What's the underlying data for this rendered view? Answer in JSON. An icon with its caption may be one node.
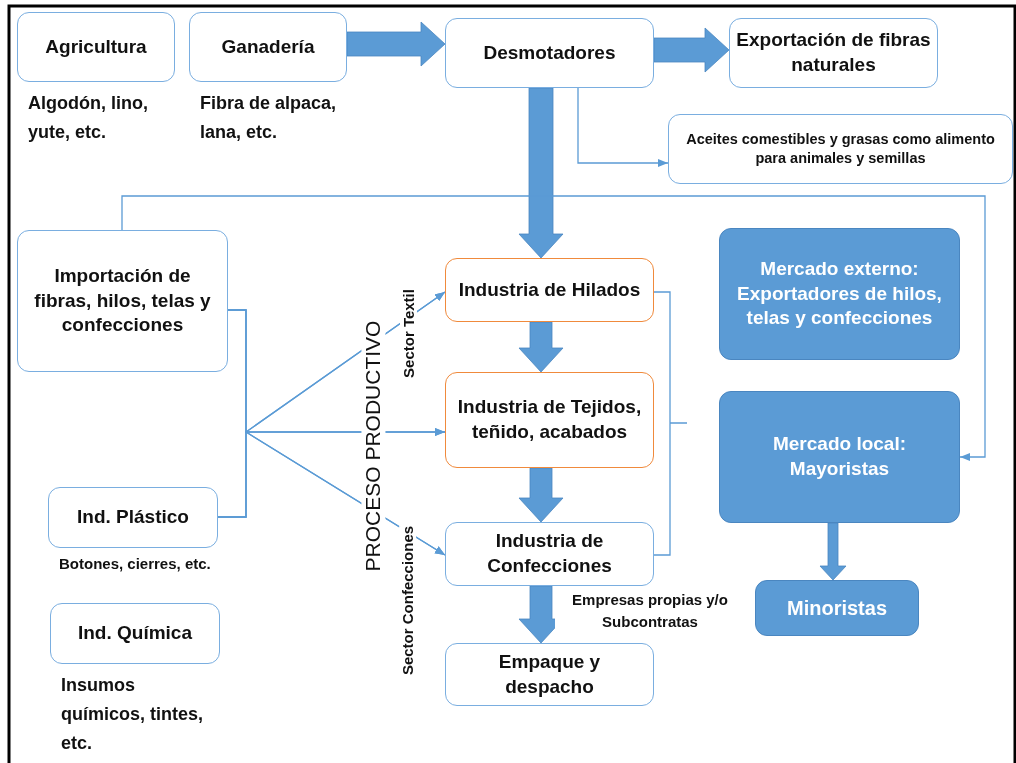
{
  "diagram": {
    "nodes": [
      {
        "text": [
          "Agricultura"
        ],
        "beside": [
          "Algodón, lino, yute, etc."
        ]
      },
      {
        "text": [
          "Ganadería"
        ],
        "beside": [
          "Fibra de alpaca, lana, etc."
        ]
      },
      {
        "text": [
          "Desmotadores"
        ]
      },
      {
        "text": [
          "Exportación de fibras naturales"
        ]
      },
      {
        "text": [
          "Aceites comestibles y grasas como alimento para animales y semillas"
        ]
      },
      {
        "text": [
          "Importación de fibras, hilos, telas y confecciones"
        ]
      },
      {
        "text": [
          "Industria de Hilados"
        ]
      },
      {
        "text": [
          "Industria de Tejidos, teñido, acabados"
        ]
      },
      {
        "text": [
          "Industria de Confecciones"
        ]
      },
      {
        "text": [
          "Empaque y despacho"
        ]
      },
      {
        "text": [
          "Mercado externo: Exportadores de hilos, telas y confecciones"
        ]
      },
      {
        "text": [
          "Mercado local: Mayoristas"
        ]
      },
      {
        "text": [
          "Minoristas"
        ]
      },
      {
        "text": [
          "Ind. Plástico"
        ],
        "beside": [
          "Botones, cierres, etc."
        ]
      },
      {
        "text": [
          "Ind. Química"
        ],
        "beside": [
          "Insumos químicos, tintes, etc."
        ]
      }
    ],
    "edges": [
      {
        "from": 1,
        "to": 2,
        "arrow": "to",
        "style": "thick"
      },
      {
        "from": 2,
        "to": 3,
        "arrow": "to",
        "style": "thick"
      },
      {
        "from": 2,
        "to": 4,
        "arrow": "to"
      },
      {
        "from": 2,
        "to": 6,
        "arrow": "to",
        "style": "thick"
      },
      {
        "from": 5,
        "to": 11,
        "arrow": "to"
      },
      {
        "from": 5,
        "to": 6,
        "arrow": "to"
      },
      {
        "from": 5,
        "to": 7,
        "arrow": "to"
      },
      {
        "from": 5,
        "to": 8,
        "arrow": "to"
      },
      {
        "from": 13,
        "to": 6,
        "arrow": "to"
      },
      {
        "from": 13,
        "to": 7,
        "arrow": "to"
      },
      {
        "from": 13,
        "to": 8,
        "arrow": "to"
      },
      {
        "from": 6,
        "to": 7,
        "arrow": "to",
        "style": "thick"
      },
      {
        "from": 7,
        "to": 8,
        "arrow": "to",
        "style": "thick"
      },
      {
        "from": 8,
        "to": 9,
        "arrow": "to",
        "style": "thick",
        "label": "Empresas propias y/o Subcontratas"
      },
      {
        "from": 11,
        "to": 12,
        "arrow": "to",
        "style": "thick"
      }
    ],
    "labels": [
      "PROCESO PRODUCTIVO",
      "Sector Textil",
      "Sector Confecciones"
    ]
  }
}
